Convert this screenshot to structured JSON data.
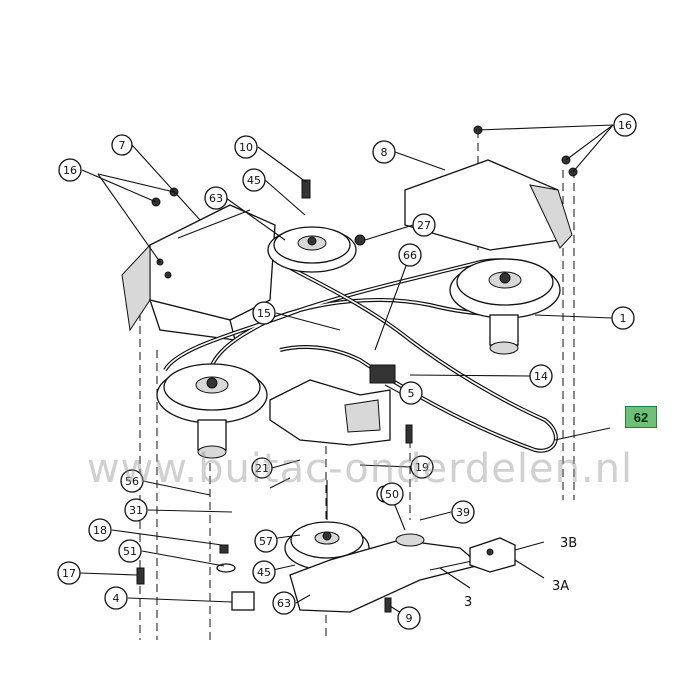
{
  "diagram": {
    "callouts": {
      "c7": "7",
      "c16a": "16",
      "c63a": "63",
      "c10": "10",
      "c45a": "45",
      "c27": "27",
      "c8": "8",
      "c16b": "16",
      "c66": "66",
      "c15": "15",
      "c1": "1",
      "c14": "14",
      "c5": "5",
      "c19": "19",
      "c56": "56",
      "c31": "31",
      "c50": "50",
      "c39": "39",
      "c18": "18",
      "c57": "57",
      "c51": "51",
      "c45b": "45",
      "c17": "17",
      "c4": "4",
      "c63b": "63",
      "c9": "9",
      "c21": "21"
    },
    "plain_labels": {
      "l3b": "3B",
      "l3a": "3A",
      "l3": "3"
    },
    "highlight_label": "62",
    "highlight_color": "#6cc07a",
    "watermark": "www.buitac-onderdelen.nl"
  }
}
